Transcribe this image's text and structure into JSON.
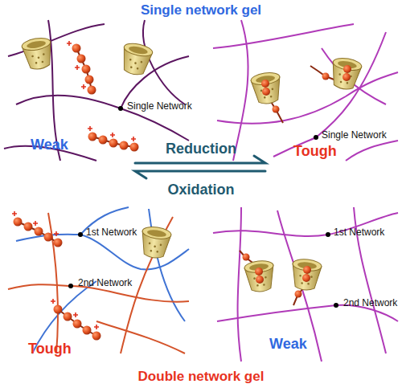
{
  "diagram": {
    "title": "Single network gel",
    "caption": "Double network gel",
    "labels": [
      "Single Network",
      "Weak",
      "Tough",
      "Single Network",
      "Reduction",
      "Oxidation",
      "1st Network",
      "1st Network",
      "2nd Network",
      "Tough",
      "2nd Network",
      "Weak"
    ]
  }
}
